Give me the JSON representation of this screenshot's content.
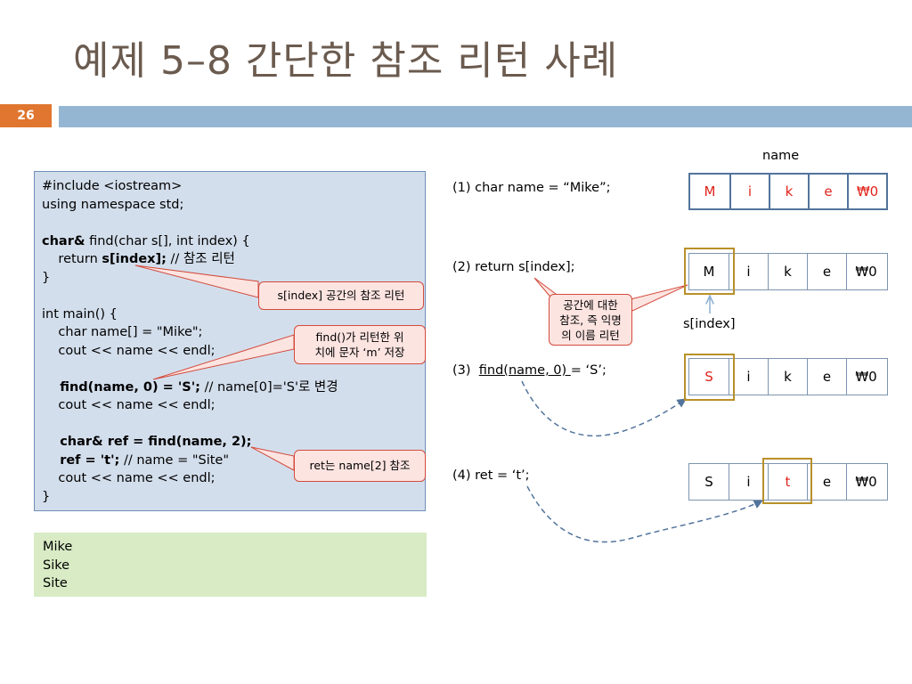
{
  "slide": {
    "title": "예제 5–8 간단한 참조 리턴 사례",
    "page_number": "26"
  },
  "code": {
    "l1": "#include <iostream>",
    "l2": "using namespace std;",
    "l3_a": "char&",
    "l3_b": " find(char s[], int index) {",
    "l4_a": "    return ",
    "l4_b": "s[index];",
    "l4_c": " // 참조 리턴",
    "l5": "}",
    "l6": "int main() {",
    "l7": "    char name[] = \"Mike\";",
    "l8": "    cout << name << endl;",
    "l9_a": "    find(name, 0) = 'S';",
    "l9_b": " // name[0]='S'로 변경",
    "l10": "    cout << name << endl;",
    "l11_a": "    char& ref = find(name, 2);",
    "l12_a": "    ref = 't';",
    "l12_b": " // name = \"Site\"",
    "l13": "    cout << name << endl;",
    "l14": "}"
  },
  "output": [
    "Mike",
    "Sike",
    "Site"
  ],
  "callouts": {
    "c1": "s[index] 공간의 참조 리턴",
    "c2_line1": "find()가 리턴한 위",
    "c2_line2": "치에 문자 ‘m’ 저장",
    "c3": "ret는 name[2] 참조",
    "c4_line1": "공간에 대한",
    "c4_line2": "참조, 즉 익명",
    "c4_line3": "의 이름 리턴"
  },
  "steps": {
    "s1": "(1)  char name = “Mike”;",
    "s2": "(2)  return s[index];",
    "s3_prefix": "(3)  ",
    "s3_call": "find(name, 0) ",
    "s3_suffix": "= ‘S’;",
    "s4": "(4)  ret = ‘t’;"
  },
  "labels": {
    "name": "name",
    "s_index": "s[index]"
  },
  "arrays": {
    "a1": [
      "M",
      "i",
      "k",
      "e",
      "₩0"
    ],
    "a2": [
      "M",
      "i",
      "k",
      "e",
      "₩0"
    ],
    "a3": [
      "S",
      "i",
      "k",
      "e",
      "₩0"
    ],
    "a4": [
      "S",
      "i",
      "t",
      "e",
      "₩0"
    ]
  },
  "colors": {
    "title": "#6b5b4f",
    "accent_orange": "#e0762f",
    "header_bar": "#94b6d2",
    "code_bg": "#d3deec",
    "output_bg": "#d8ebc4",
    "callout_bg": "#fce4e1",
    "callout_border": "#d24b3c",
    "highlight_red": "#e0241c",
    "highlight_box": "#b8902a"
  }
}
